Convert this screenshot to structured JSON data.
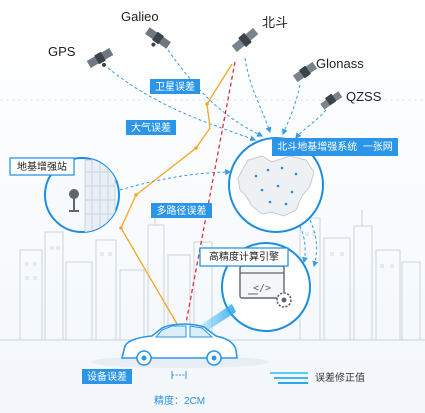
{
  "satellites": {
    "galileo": "Galieo",
    "beidou": "北斗",
    "gps": "GPS",
    "glonass": "Glonass",
    "qzss": "QZSS"
  },
  "error_tags": {
    "satellite_error": "卫星误差",
    "atmospheric_error": "大气误差",
    "multipath_error": "多路径误差",
    "device_error": "设备误差"
  },
  "nodes": {
    "ground_station": "地基增强站",
    "beidou_network": "北斗地基增强系统  一张网",
    "computing_engine": "高精度计算引擎"
  },
  "legend": {
    "correction_label": "误差修正值"
  },
  "precision": {
    "label": "精度：2CM"
  },
  "colors": {
    "accent_blue": "#1b8ee0",
    "tag_blue": "#2b95e8",
    "signal_orange": "#f5a623",
    "direct_red": "#e0303c",
    "city_line": "#c7d3de",
    "text_dark": "#222222"
  },
  "icons": [
    "satellite-icon",
    "car-icon",
    "china-map-icon",
    "code-window-icon",
    "gear-icon",
    "antenna-icon"
  ]
}
